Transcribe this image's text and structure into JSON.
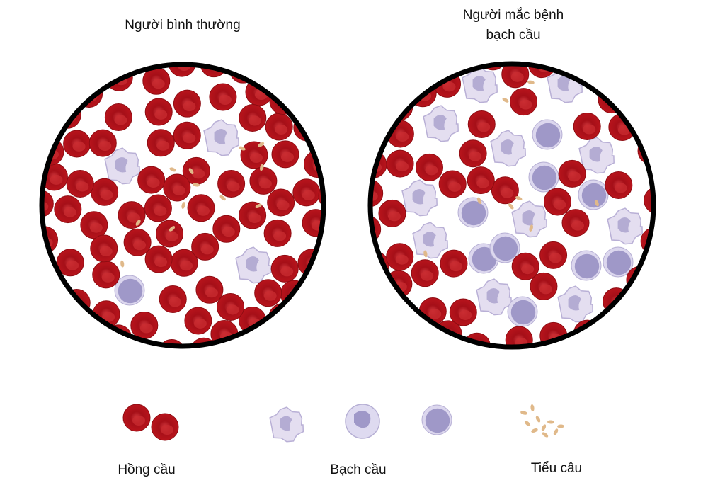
{
  "panels": {
    "normal": {
      "title": "Người bình thường"
    },
    "leukemia": {
      "title_line1": "Người mắc bệnh",
      "title_line2": "bạch cầu"
    }
  },
  "legend": {
    "red_cell": "Hồng cầu",
    "white_cell": "Bạch cầu",
    "platelet": "Tiểu cầu"
  },
  "colors": {
    "red_cell": "#b3121a",
    "white_cell": "#d9d3ea",
    "lymphocyte": "#a9a2cc",
    "platelet": "#e0b98a",
    "border": "#000000"
  }
}
